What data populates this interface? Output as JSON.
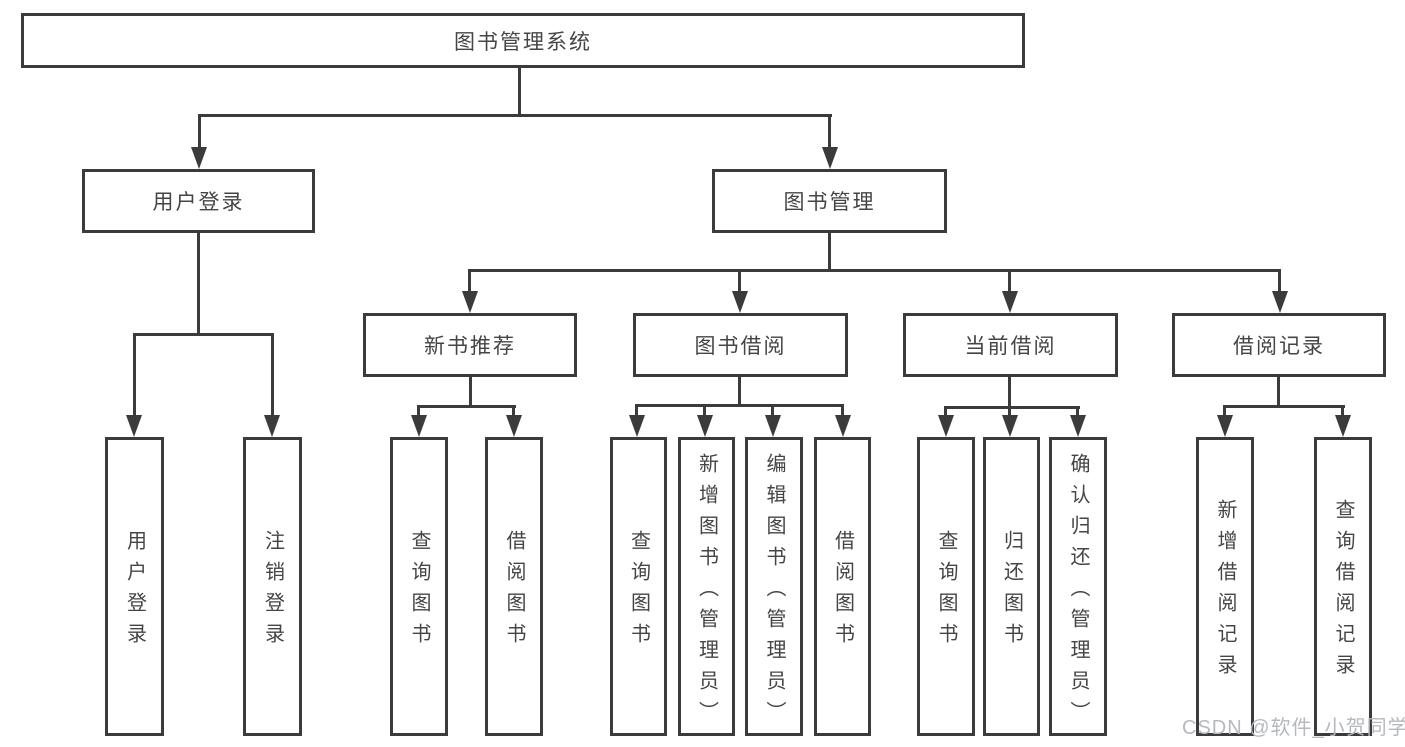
{
  "root": {
    "label": "图书管理系统"
  },
  "level1": [
    {
      "label": "用户登录"
    },
    {
      "label": "图书管理"
    }
  ],
  "level2": [
    {
      "label": "新书推荐"
    },
    {
      "label": "图书借阅"
    },
    {
      "label": "当前借阅"
    },
    {
      "label": "借阅记录"
    }
  ],
  "leaves": [
    {
      "label": "用户登录"
    },
    {
      "label": "注销登录"
    },
    {
      "label": "查询图书"
    },
    {
      "label": "借阅图书"
    },
    {
      "label": "查询图书"
    },
    {
      "label": "新增图书（管理员）"
    },
    {
      "label": "编辑图书（管理员）"
    },
    {
      "label": "借阅图书"
    },
    {
      "label": "查询图书"
    },
    {
      "label": "归还图书"
    },
    {
      "label": "确认归还（管理员）"
    },
    {
      "label": "新增借阅记录"
    },
    {
      "label": "查询借阅记录"
    }
  ],
  "watermark": "CSDN @软件_小贺同学",
  "colors": {
    "line": "#3b3b3b",
    "text": "#454545",
    "watermark": "#b5b8bf"
  }
}
